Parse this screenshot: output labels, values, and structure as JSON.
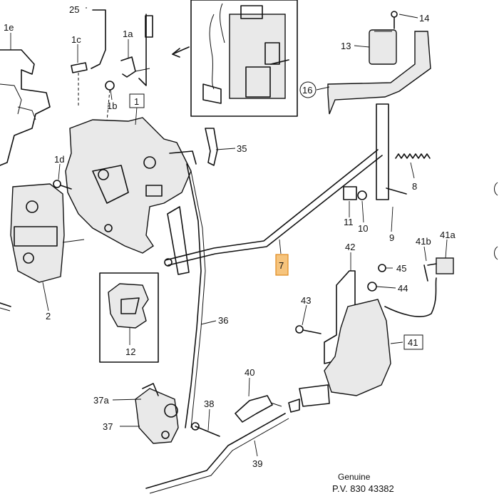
{
  "diagram": {
    "labels": {
      "l25": "25",
      "l1e": "1e",
      "l1c": "1c",
      "l1a": "1a",
      "l1b": "1b",
      "l1": "1",
      "l1d": "1d",
      "l2": "2",
      "l35": "35",
      "l12": "12",
      "l36": "36",
      "l37a": "37a",
      "l37": "37",
      "l38": "38",
      "l39": "39",
      "l40": "40",
      "l13": "13",
      "l14": "14",
      "l16": "16",
      "l8": "8",
      "l11": "11",
      "l10": "10",
      "l9": "9",
      "l7": "7",
      "l42": "42",
      "l45": "45",
      "l44": "44",
      "l43": "43",
      "l41": "41",
      "l41a": "41a",
      "l41b": "41b"
    },
    "footer": {
      "brand": "Genuine",
      "code": "P.V. 830 43382"
    },
    "colors": {
      "highlight_fill": "#f6c47d",
      "highlight_stroke": "#e08a1e",
      "line": "#111111"
    }
  }
}
